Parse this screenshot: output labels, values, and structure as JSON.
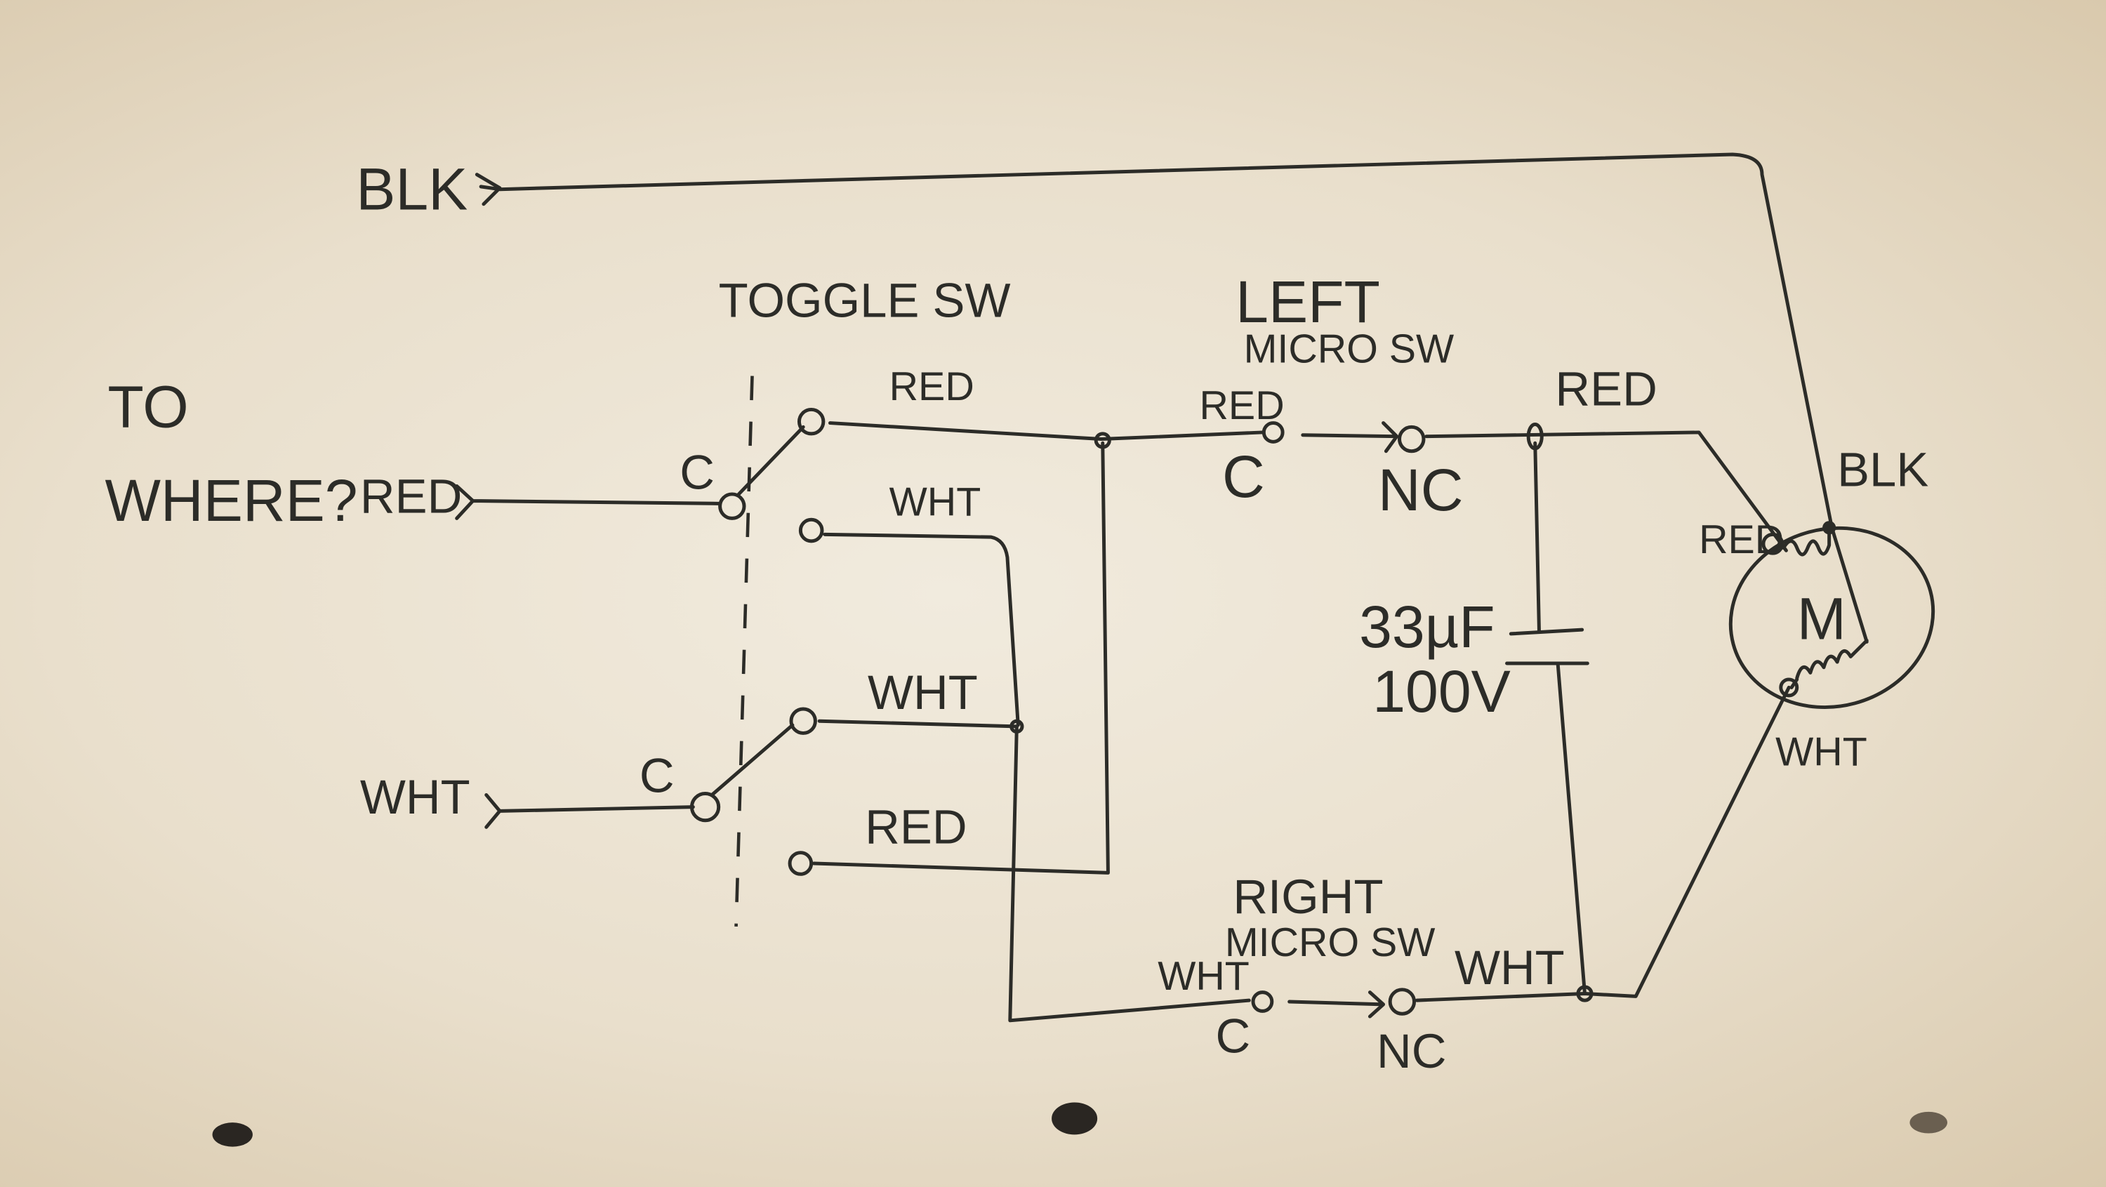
{
  "inputs": {
    "blk": "BLK",
    "red": "RED",
    "wht": "WHT",
    "to_where_1": "TO",
    "to_where_2": "WHERE?"
  },
  "toggle": {
    "title": "TOGGLE SW",
    "c_top": "C",
    "c_bottom": "C",
    "out1": "RED",
    "out2": "WHT",
    "out3": "WHT",
    "out4": "RED"
  },
  "left_micro": {
    "title_1": "LEFT",
    "title_2": "MICRO SW",
    "wire": "RED",
    "c": "C",
    "nc": "NC",
    "out_wire": "RED"
  },
  "capacitor": {
    "value": "33µF",
    "voltage": "100V"
  },
  "motor": {
    "label": "M",
    "red": "RED",
    "blk": "BLK",
    "wht": "WHT"
  },
  "right_micro": {
    "title_1": "RIGHT",
    "title_2": "MICRO SW",
    "wire": "WHT",
    "c": "C",
    "nc": "NC",
    "out_wire": "WHT"
  },
  "colors": {
    "paper": "#ece3d2",
    "ink": "#2c2c28"
  }
}
